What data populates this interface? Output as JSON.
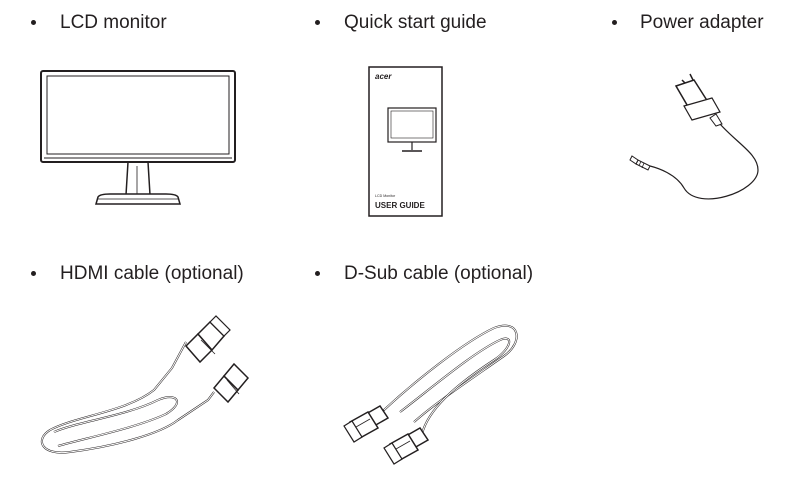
{
  "items": [
    {
      "label": "LCD monitor",
      "icon": "lcd-monitor-icon"
    },
    {
      "label": "Quick start guide",
      "icon": "quick-start-guide-icon",
      "booklet": {
        "brand": "acer",
        "model_line": "LCD Monitor",
        "title": "USER GUIDE"
      }
    },
    {
      "label": "Power adapter",
      "icon": "power-adapter-icon"
    },
    {
      "label": "HDMI cable (optional)",
      "icon": "hdmi-cable-icon"
    },
    {
      "label": "D-Sub cable (optional)",
      "icon": "dsub-cable-icon"
    }
  ],
  "colors": {
    "text": "#231f20",
    "line": "#231f20",
    "background": "#ffffff"
  }
}
